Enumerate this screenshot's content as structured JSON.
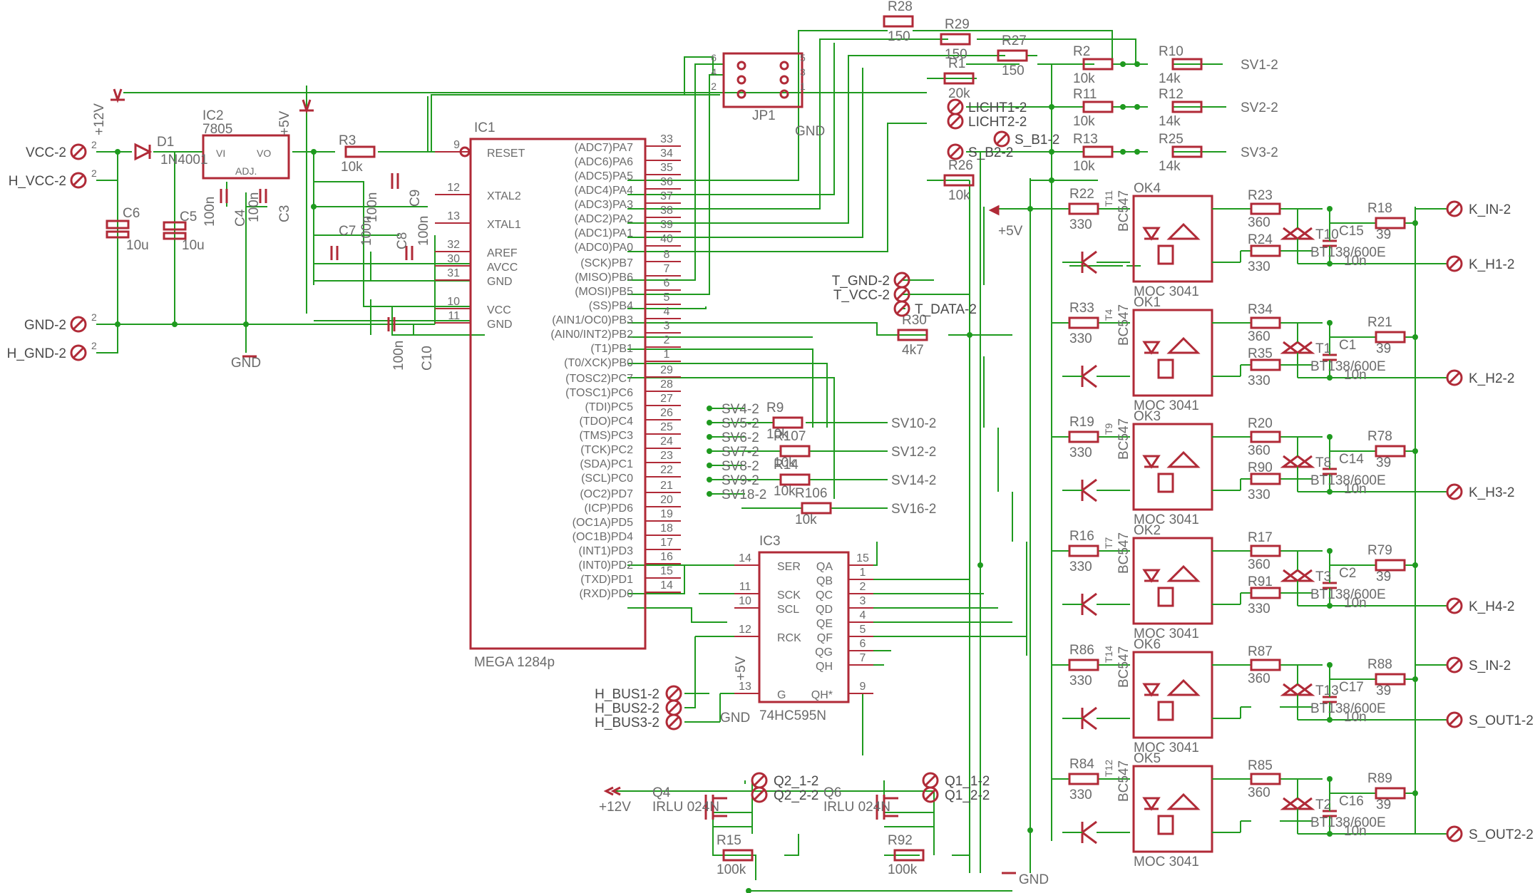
{
  "colors": {
    "wire": "#1f9a1f",
    "symbol": "#b02a37",
    "text": "#6b6b6b",
    "background": "#ffffff"
  },
  "connectors_left": [
    "VCC-2",
    "H_VCC-2",
    "GND-2",
    "H_GND-2"
  ],
  "supply": {
    "v12": "+12V",
    "v5": "+5V",
    "gnd": "GND",
    "d1": "D1",
    "d1_val": "1N4001",
    "ic2": "IC2",
    "ic2_val": "7805",
    "ic2_vi": "VI",
    "ic2_vo": "VO",
    "ic2_adj": "ADJ.",
    "c6": "C6",
    "c6_val": "10u",
    "c5": "C5",
    "c5_val": "10u",
    "c4": "C4",
    "c4_val": "100n",
    "c3": "C3",
    "c3_val": "100n",
    "r3": "R3",
    "r3_val": "10k",
    "c9": "C9",
    "c9_val": "100n",
    "c7": "C7",
    "c7_val": "100n",
    "c8": "C8",
    "c8_val": "100n",
    "c10": "C10",
    "c10_val": "100n"
  },
  "mcu": {
    "ref": "IC1",
    "value": "MEGA 1284p",
    "left_pins": [
      {
        "num": "9",
        "name": "RESET"
      },
      {
        "num": "12",
        "name": "XTAL2"
      },
      {
        "num": "13",
        "name": "XTAL1"
      },
      {
        "num": "32",
        "name": "AREF"
      },
      {
        "num": "30",
        "name": "AVCC"
      },
      {
        "num": "31",
        "name": "GND"
      },
      {
        "num": "10",
        "name": "VCC"
      },
      {
        "num": "11",
        "name": "GND"
      }
    ],
    "right_pins": [
      {
        "num": "33",
        "name": "(ADC7)PA7"
      },
      {
        "num": "34",
        "name": "(ADC6)PA6"
      },
      {
        "num": "35",
        "name": "(ADC5)PA5"
      },
      {
        "num": "36",
        "name": "(ADC4)PA4"
      },
      {
        "num": "37",
        "name": "(ADC3)PA3"
      },
      {
        "num": "38",
        "name": "(ADC2)PA2"
      },
      {
        "num": "39",
        "name": "(ADC1)PA1"
      },
      {
        "num": "40",
        "name": "(ADC0)PA0"
      },
      {
        "num": "8",
        "name": "(SCK)PB7"
      },
      {
        "num": "7",
        "name": "(MISO)PB6"
      },
      {
        "num": "6",
        "name": "(MOSI)PB5"
      },
      {
        "num": "5",
        "name": "(SS)PB4"
      },
      {
        "num": "4",
        "name": "(AIN1/OC0)PB3"
      },
      {
        "num": "3",
        "name": "(AIN0/INT2)PB2"
      },
      {
        "num": "2",
        "name": "(T1)PB1"
      },
      {
        "num": "1",
        "name": "(T0/XCK)PB0"
      },
      {
        "num": "29",
        "name": "(TOSC2)PC7"
      },
      {
        "num": "28",
        "name": "(TOSC1)PC6"
      },
      {
        "num": "27",
        "name": "(TDI)PC5"
      },
      {
        "num": "26",
        "name": "(TDO)PC4"
      },
      {
        "num": "25",
        "name": "(TMS)PC3"
      },
      {
        "num": "24",
        "name": "(TCK)PC2"
      },
      {
        "num": "23",
        "name": "(SDA)PC1"
      },
      {
        "num": "22",
        "name": "(SCL)PC0"
      },
      {
        "num": "21",
        "name": "(OC2)PD7"
      },
      {
        "num": "20",
        "name": "(ICP)PD6"
      },
      {
        "num": "19",
        "name": "(OC1A)PD5"
      },
      {
        "num": "18",
        "name": "(OC1B)PD4"
      },
      {
        "num": "17",
        "name": "(INT1)PD3"
      },
      {
        "num": "16",
        "name": "(INT0)PD2"
      },
      {
        "num": "15",
        "name": "(TXD)PD1"
      },
      {
        "num": "14",
        "name": "(RXD)PD0"
      }
    ]
  },
  "portc_labels": [
    "SV4-2",
    "SV5-2",
    "SV6-2",
    "SV7-2",
    "SV8-2",
    "SV9-2",
    "SV18-2"
  ],
  "portc_resistors": [
    {
      "ref": "R9",
      "val": "10k"
    },
    {
      "ref": "R107",
      "val": "10k"
    },
    {
      "ref": "R14",
      "val": "10k"
    },
    {
      "ref": "R106",
      "val": "10k"
    }
  ],
  "sv_outputs": [
    "SV10-2",
    "SV12-2",
    "SV14-2",
    "SV16-2"
  ],
  "shift": {
    "ref": "IC3",
    "value": "74HC595N",
    "left_pins": [
      {
        "num": "14",
        "name": "SER"
      },
      {
        "num": "11",
        "name": "SCK"
      },
      {
        "num": "10",
        "name": "SCL"
      },
      {
        "num": "12",
        "name": "RCK"
      },
      {
        "num": "13",
        "name": "G"
      }
    ],
    "right_pins": [
      {
        "num": "15",
        "name": "QA"
      },
      {
        "num": "1",
        "name": "QB"
      },
      {
        "num": "2",
        "name": "QC"
      },
      {
        "num": "3",
        "name": "QD"
      },
      {
        "num": "4",
        "name": "QE"
      },
      {
        "num": "5",
        "name": "QF"
      },
      {
        "num": "6",
        "name": "QG"
      },
      {
        "num": "7",
        "name": "QH"
      },
      {
        "num": "9",
        "name": "QH*"
      }
    ]
  },
  "hbus": [
    "H_BUS1-2",
    "H_BUS2-2",
    "H_BUS3-2"
  ],
  "jumper": {
    "ref": "JP1",
    "pins": [
      "6",
      "4",
      "2",
      "5",
      "3",
      "1"
    ],
    "gnd": "GND"
  },
  "top_resistors": [
    {
      "ref": "R28",
      "val": "150"
    },
    {
      "ref": "R29",
      "val": "150"
    },
    {
      "ref": "R27",
      "val": "150"
    },
    {
      "ref": "R1",
      "val": "20k"
    },
    {
      "ref": "R26",
      "val": "10k"
    },
    {
      "ref": "R30",
      "val": "4k7"
    }
  ],
  "top_connectors": [
    "LICHT1-2",
    "LICHT2-2",
    "S_B1-2",
    "S_B2-2"
  ],
  "temp_connectors": [
    "T_GND-2",
    "T_VCC-2",
    "T_DATA-2"
  ],
  "sv_dividers": [
    {
      "r_in": "R2",
      "r_in_val": "10k",
      "r_out": "R10",
      "r_out_val": "14k",
      "label": "SV1-2"
    },
    {
      "r_in": "R11",
      "r_in_val": "10k",
      "r_out": "R12",
      "r_out_val": "14k",
      "label": "SV2-2"
    },
    {
      "r_in": "R13",
      "r_in_val": "10k",
      "r_out": "R25",
      "r_out_val": "14k",
      "label": "SV3-2"
    }
  ],
  "channels": [
    {
      "ok": "OK4",
      "t": "T11",
      "rb": "R22",
      "rs": "R23",
      "rg": "R24",
      "tr": "T10",
      "c": "C15",
      "rsn": "R18",
      "out1": "K_IN-2",
      "out2": "K_H1-2"
    },
    {
      "ok": "OK1",
      "t": "T4",
      "rb": "R33",
      "rs": "R34",
      "rg": "R35",
      "tr": "T1",
      "c": "C1",
      "rsn": "R21",
      "out1": "",
      "out2": "K_H2-2"
    },
    {
      "ok": "OK3",
      "t": "T9",
      "rb": "R19",
      "rs": "R20",
      "rg": "R90",
      "tr": "T8",
      "c": "C14",
      "rsn": "R78",
      "out1": "",
      "out2": "K_H3-2"
    },
    {
      "ok": "OK2",
      "t": "T7",
      "rb": "R16",
      "rs": "R17",
      "rg": "R91",
      "tr": "T3",
      "c": "C2",
      "rsn": "R79",
      "out1": "",
      "out2": "K_H4-2"
    },
    {
      "ok": "OK6",
      "t": "T14",
      "rb": "R86",
      "rs": "R87",
      "rg": "",
      "tr": "T13",
      "c": "C17",
      "rsn": "R88",
      "out1": "S_IN-2",
      "out2": "S_OUT1-2"
    },
    {
      "ok": "OK5",
      "t": "T12",
      "rb": "R84",
      "rs": "R85",
      "rg": "",
      "tr": "T2",
      "c": "C16",
      "rsn": "R89",
      "out1": "",
      "out2": "S_OUT2-2"
    }
  ],
  "channel_values": {
    "rb": "330",
    "rs": "360",
    "rg": "330",
    "rsn": "39",
    "c": "10n",
    "triac": "BT138/600E",
    "opto": "MOC 3041",
    "npn": "BC547",
    "v5": "+5V",
    "gnd": "GND"
  },
  "mosfets": [
    {
      "ref": "Q4",
      "val": "IRLU 024N",
      "r": "R15",
      "r_val": "100k",
      "c1": "Q2_1-2",
      "c2": "Q2_2-2"
    },
    {
      "ref": "Q6",
      "val": "IRLU 024N",
      "r": "R92",
      "r_val": "100k",
      "c1": "Q1_1-2",
      "c2": "Q1_2-2"
    }
  ],
  "v12_label": "+12V"
}
